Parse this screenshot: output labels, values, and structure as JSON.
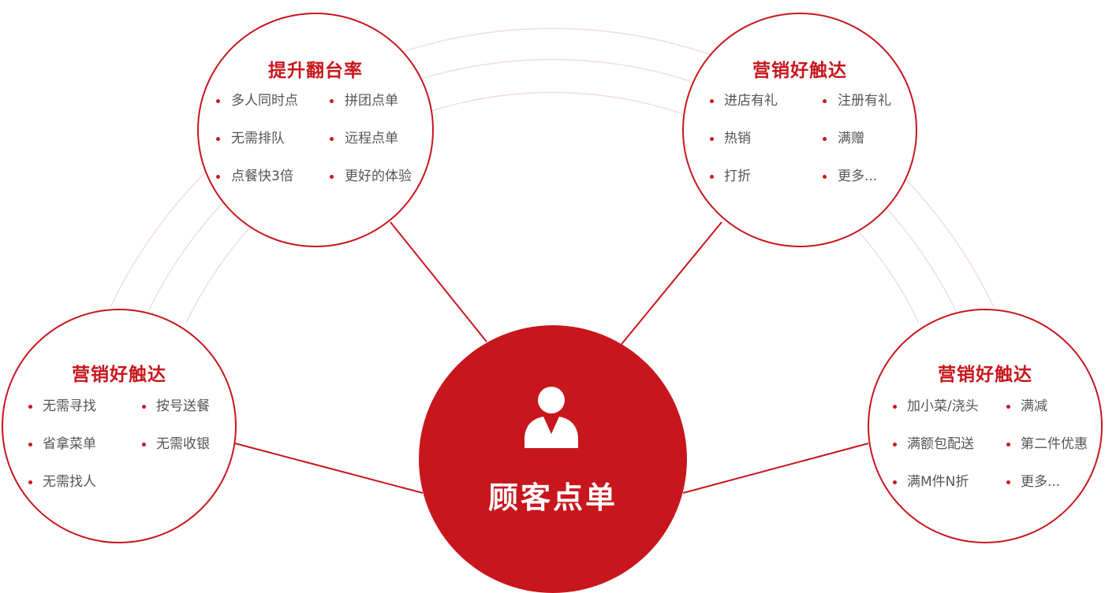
{
  "center": {
    "title": "顾客点单",
    "icon": "user-icon"
  },
  "nodes": [
    {
      "id": "top-left",
      "title": "提升翻台率",
      "items": [
        "多人同时点",
        "拼团点单",
        "无需排队",
        "远程点单",
        "点餐快3倍",
        "更好的体验"
      ]
    },
    {
      "id": "top-right",
      "title": "营销好触达",
      "items": [
        "进店有礼",
        "注册有礼",
        "热销",
        "满赠",
        "打折",
        "更多..."
      ]
    },
    {
      "id": "bottom-left",
      "title": "营销好触达",
      "items": [
        "无需寻找",
        "按号送餐",
        "省拿菜单",
        "无需收银",
        "无需找人"
      ]
    },
    {
      "id": "bottom-right",
      "title": "营销好触达",
      "items": [
        "加小菜/浇头",
        "满减",
        "满额包配送",
        "第二件优惠",
        "满M件N折",
        "更多..."
      ]
    }
  ],
  "colors": {
    "accent": "#c8161d",
    "arc": "#f3dde0",
    "text": "#555555"
  }
}
